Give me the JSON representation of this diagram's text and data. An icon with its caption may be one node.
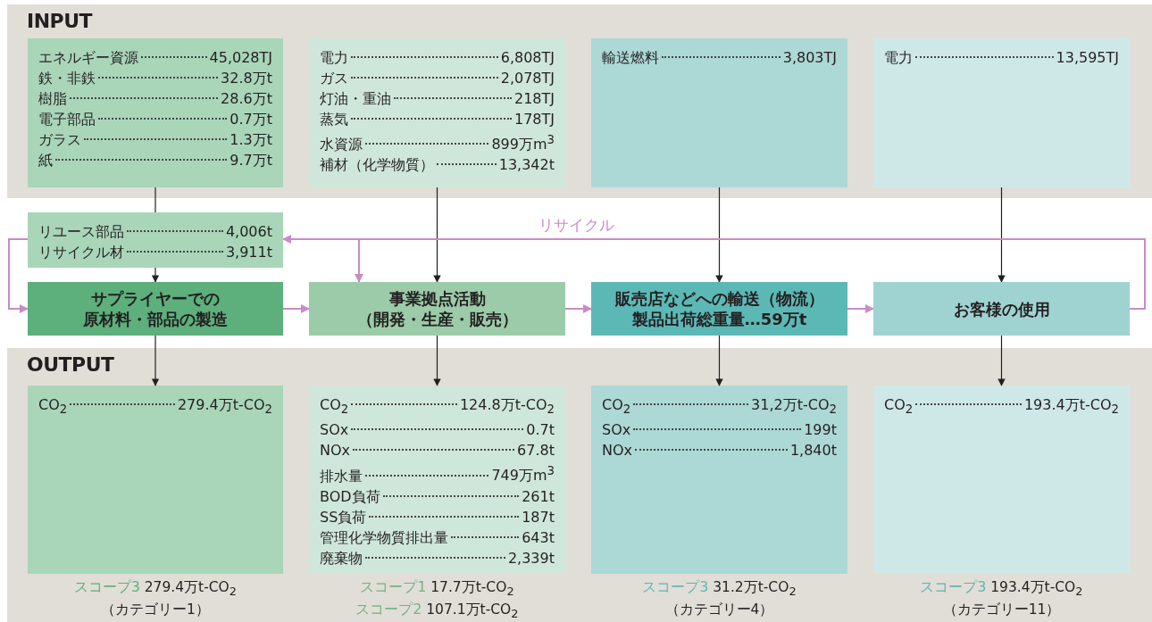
{
  "diagram": {
    "nodes": [
      {
        "text": [
          "INPUT"
        ]
      },
      {
        "text": [
          "エネルギー資源",
          "45,028TJ",
          "鉄・非鉄",
          "32.8万t",
          "樹脂",
          "28.6万t",
          "電子部品",
          "0.7万t",
          "ガラス",
          "1.3万t",
          "紙",
          "9.7万t"
        ],
        "in": 0
      },
      {
        "text": [
          "電力",
          "6,808TJ",
          "ガス",
          "2,078TJ",
          "灯油・重油",
          "218TJ",
          "蒸気",
          "178TJ",
          "水資源",
          "899万m$^{3}$",
          "補材（化学物質）",
          "13,342t"
        ],
        "in": 0
      },
      {
        "text": [
          "輸送燃料",
          "3,803TJ"
        ],
        "in": 0
      },
      {
        "text": [
          "電力",
          "13,595TJ"
        ],
        "in": 0
      },
      {
        "text": [
          "リユース部品",
          "4,006t",
          "リサイクル材",
          "3,911t"
        ]
      },
      {
        "text": [
          "サプライヤーでの",
          "原材料・部品の製造"
        ]
      },
      {
        "text": [
          "事業拠点活動",
          "（開発・生産・販売）"
        ]
      },
      {
        "text": [
          "販売店などへの輸送（物流）",
          "製品出荷総重量…59万t"
        ]
      },
      {
        "text": [
          "お客様の使用"
        ]
      },
      {
        "text": [
          "OUTPUT"
        ]
      },
      {
        "text": [
          "CO$_{2}$",
          "279.4万t-CO$_{2}$"
        ],
        "in": 10,
        "beside": [
          "スコープ3",
          "279.4万t-CO$_{2}$",
          "（カテゴリー1）"
        ]
      },
      {
        "text": [
          "CO$_{2}$",
          "124.8万t-CO$_{2}$",
          "SOx",
          "0.7t",
          "NOx",
          "67.8t",
          "排水量",
          "749万m$^{3}$",
          "BOD負荷",
          "261t",
          "SS負荷",
          "187t",
          "管理化学物質排出量",
          "643t",
          "廃棄物",
          "2,339t"
        ],
        "in": 10,
        "beside": [
          "スコープ1",
          "17.7万t-CO$_{2}$",
          "スコープ2",
          "107.1万t-CO$_{2}$"
        ]
      },
      {
        "text": [
          "CO$_{2}$",
          "31,2万t-CO$_{2}$",
          "SOx",
          "199t",
          "NOx",
          "1,840t"
        ],
        "in": 10,
        "beside": [
          "スコープ3",
          "31.2万t-CO$_{2}$",
          "（カテゴリー4）"
        ]
      },
      {
        "text": [
          "CO$_{2}$",
          "193.4万t-CO$_{2}$"
        ],
        "in": 10,
        "beside": [
          "スコープ3",
          "193.4万t-CO$_{2}$",
          "（カテゴリー11）"
        ]
      }
    ],
    "edges": [
      {
        "from": 1,
        "to": 5,
        "arrow": "none"
      },
      {
        "from": 5,
        "to": 6,
        "arrow": "to"
      },
      {
        "from": 2,
        "to": 7,
        "arrow": "to"
      },
      {
        "from": 3,
        "to": 8,
        "arrow": "to"
      },
      {
        "from": 4,
        "to": 9,
        "arrow": "to"
      },
      {
        "from": 6,
        "to": 7,
        "arrow": "to",
        "color": "#c98bc6"
      },
      {
        "from": 7,
        "to": 8,
        "arrow": "to",
        "color": "#c98bc6"
      },
      {
        "from": 8,
        "to": 9,
        "arrow": "to",
        "color": "#c98bc6"
      },
      {
        "from": 9,
        "to": 5,
        "arrow": "to",
        "label": "リサイクル",
        "color": "#c98bc6"
      },
      {
        "from": 9,
        "to": 7,
        "arrow": "to",
        "color": "#c98bc6"
      },
      {
        "from": 5,
        "to": 6,
        "arrow": "to",
        "color": "#c98bc6"
      },
      {
        "from": 6,
        "to": 11,
        "arrow": "to"
      },
      {
        "from": 7,
        "to": 12,
        "arrow": "to"
      },
      {
        "from": 8,
        "to": 13,
        "arrow": "to"
      },
      {
        "from": 9,
        "to": 14,
        "arrow": "to"
      }
    ]
  }
}
